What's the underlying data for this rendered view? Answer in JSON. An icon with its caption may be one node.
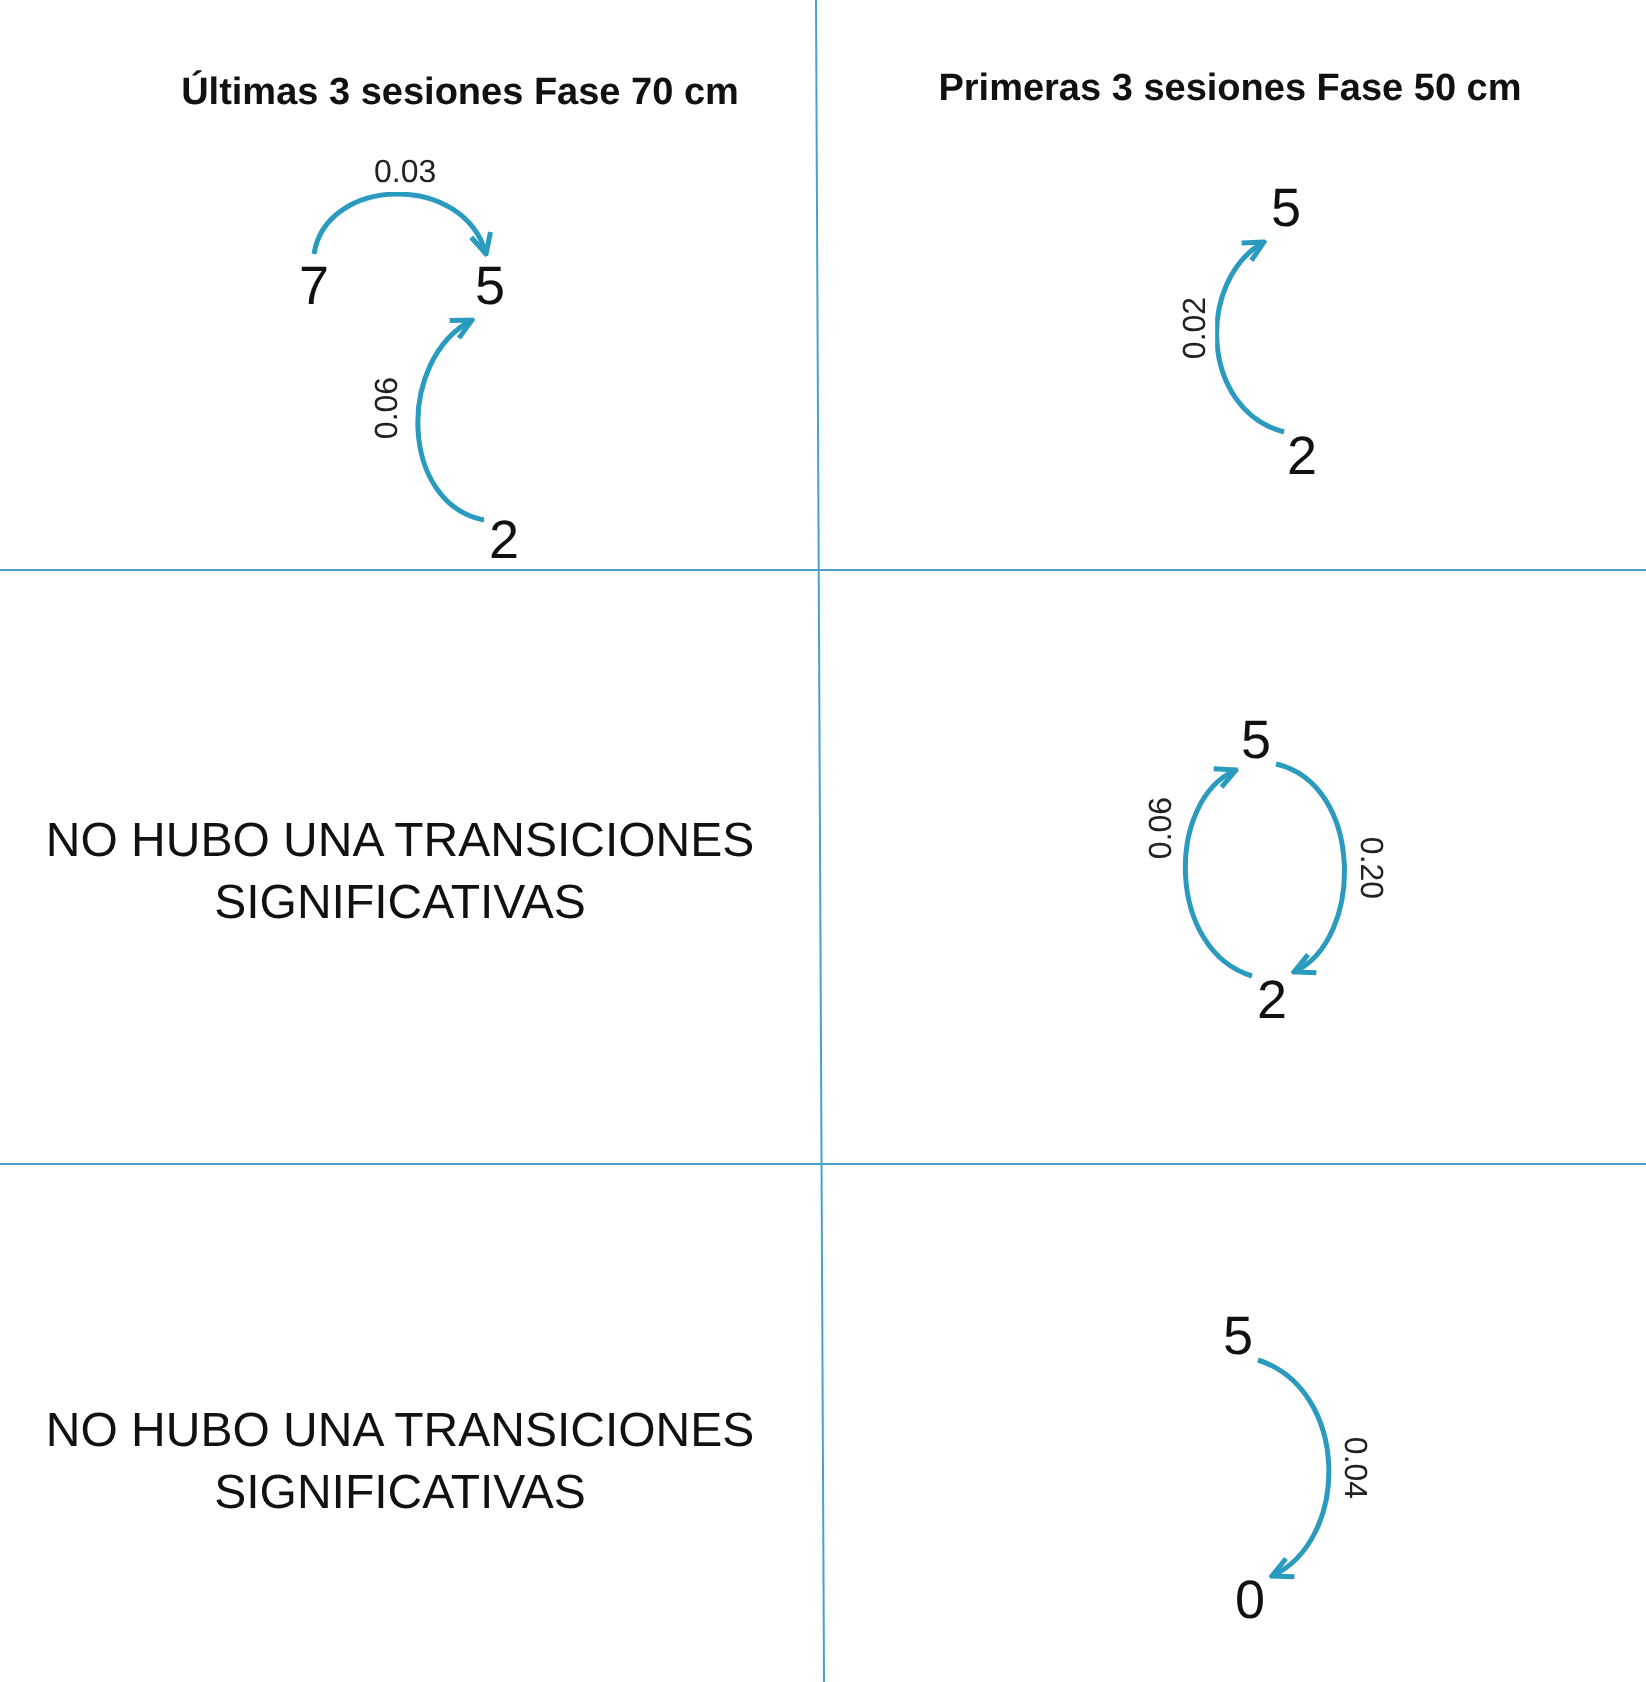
{
  "diagram": {
    "nodes": [
      {
        "text": [
          "7"
        ]
      },
      {
        "text": [
          "5"
        ]
      },
      {
        "text": [
          "2"
        ]
      },
      {
        "text": [
          "5"
        ]
      },
      {
        "text": [
          "2"
        ]
      },
      {
        "text": [
          "5"
        ]
      },
      {
        "text": [
          "2"
        ]
      },
      {
        "text": [
          "5"
        ]
      },
      {
        "text": [
          "0"
        ]
      }
    ],
    "edges": [
      {
        "from": 0,
        "to": 1,
        "arrow": "to",
        "label": "0.03"
      },
      {
        "from": 2,
        "to": 1,
        "arrow": "to",
        "label": "0.06"
      },
      {
        "from": 4,
        "to": 3,
        "arrow": "to",
        "label": "0.02"
      },
      {
        "from": 6,
        "to": 5,
        "arrow": "to",
        "label": "0.06"
      },
      {
        "from": 5,
        "to": 6,
        "arrow": "to",
        "label": "0.20"
      },
      {
        "from": 7,
        "to": 8,
        "arrow": "to",
        "label": "0.04"
      }
    ],
    "labels": [
      "Últimas 3 sesiones Fase 70 cm",
      "Primeras 3 sesiones Fase 50 cm",
      "NO HUBO UNA TRANSICIONES SIGNIFICATIVAS",
      "NO HUBO UNA TRANSICIONES SIGNIFICATIVAS"
    ]
  }
}
